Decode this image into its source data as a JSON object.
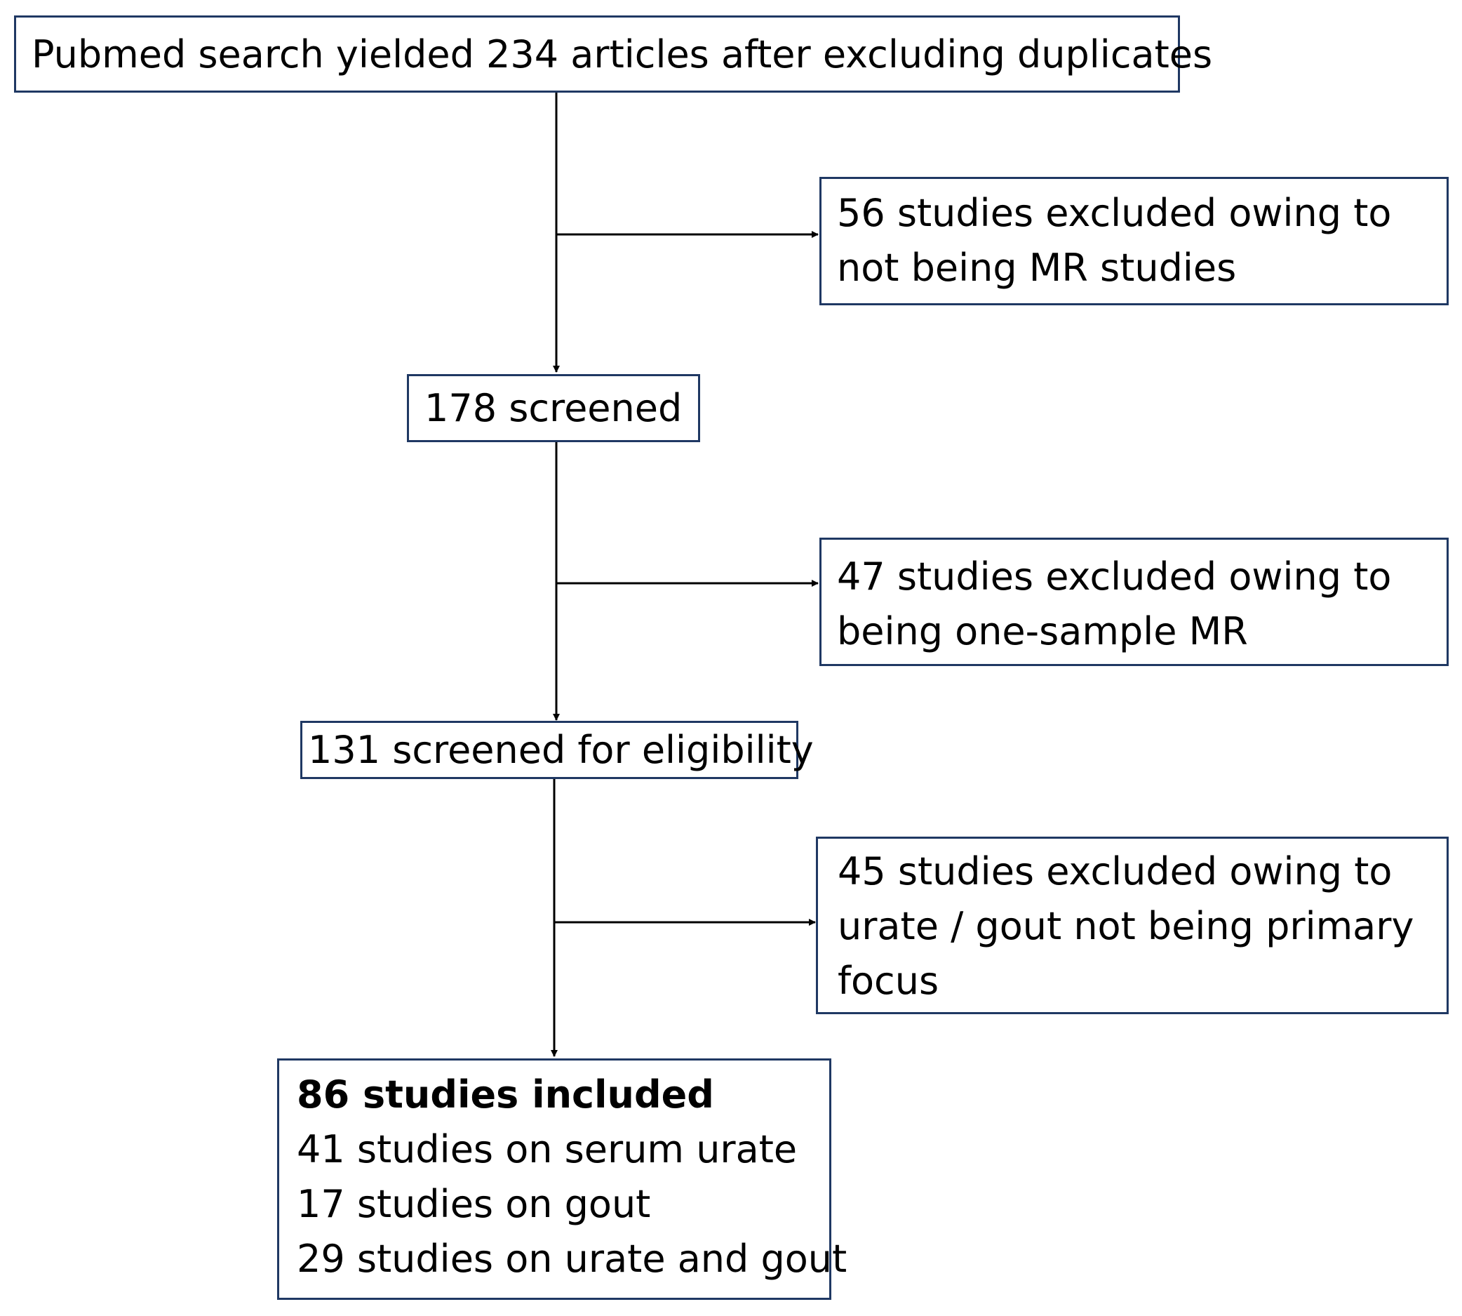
{
  "flowchart": {
    "search": "Pubmed search yielded 234 articles after excluding duplicates",
    "exclusion_1": [
      "56 studies excluded owing to",
      "not being MR studies"
    ],
    "screened": "178 screened",
    "exclusion_2": [
      "47 studies excluded owing to",
      "being one-sample MR"
    ],
    "eligibility": "131 screened for eligibility",
    "exclusion_3": [
      "45 studies excluded owing to",
      "urate / gout not being primary",
      "focus"
    ],
    "included": {
      "heading": "86 studies included",
      "lines": [
        "41 studies on serum urate",
        "17 studies on gout",
        "29 studies on urate and gout"
      ]
    }
  },
  "colors": {
    "box_border": "#1f3863",
    "arrow": "#000000"
  }
}
